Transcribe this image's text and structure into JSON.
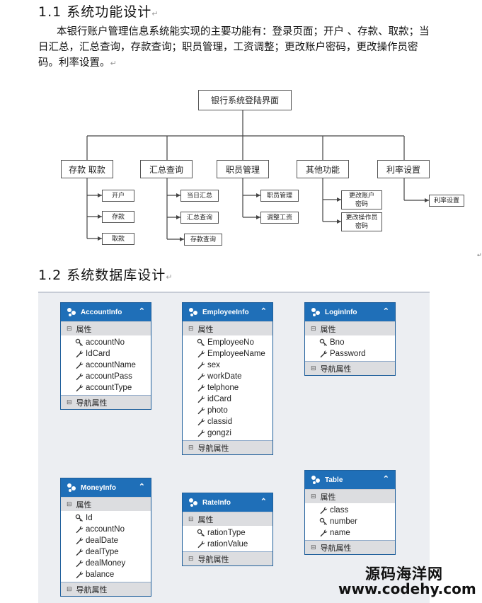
{
  "section1": {
    "heading": "1.1  系统功能设计",
    "mark": "↵"
  },
  "paragraph": {
    "text": "本银行账户管理信息系统能实现的主要功能有：登录页面；开户 、存款、取款；当日汇总，汇总查询，存款查询；职员管理，工资调整；更改账户密码，更改操作员密码。利率设置。",
    "mark": "↵"
  },
  "orgchart": {
    "root": "银行系统登陆界面",
    "branches": [
      {
        "label": "存款 取款",
        "children": [
          "开户",
          "存款",
          "取款"
        ]
      },
      {
        "label": "汇总查询",
        "children": [
          "当日汇总",
          "汇总查询",
          "存款查询"
        ]
      },
      {
        "label": "职员管理",
        "children": [
          "职员管理",
          "调整工资"
        ]
      },
      {
        "label": "其他功能",
        "children": [
          "更改账户密码",
          "更改操作员密码"
        ]
      },
      {
        "label": "利率设置",
        "children": [
          "利率设置"
        ]
      }
    ]
  },
  "section2": {
    "heading": "1.2  系统数据库设计",
    "mark": "↵"
  },
  "stray_mark": "↵",
  "db": {
    "section_label": "属性",
    "nav_label": "导航属性",
    "collapse_icon": "chevron-up-icon",
    "entities": [
      {
        "name": "AccountInfo",
        "props": [
          {
            "name": "accountNo",
            "key": true
          },
          {
            "name": "IdCard",
            "key": false
          },
          {
            "name": "accountName",
            "key": false
          },
          {
            "name": "accountPass",
            "key": false
          },
          {
            "name": "accountType",
            "key": false
          }
        ]
      },
      {
        "name": "EmployeeInfo",
        "props": [
          {
            "name": "EmployeeNo",
            "key": true
          },
          {
            "name": "EmployeeName",
            "key": false
          },
          {
            "name": "sex",
            "key": false
          },
          {
            "name": "workDate",
            "key": false
          },
          {
            "name": "telphone",
            "key": false
          },
          {
            "name": "idCard",
            "key": false
          },
          {
            "name": "photo",
            "key": false
          },
          {
            "name": "classid",
            "key": false
          },
          {
            "name": "gongzi",
            "key": false
          }
        ]
      },
      {
        "name": "LoginInfo",
        "props": [
          {
            "name": "Bno",
            "key": true
          },
          {
            "name": "Password",
            "key": false
          }
        ]
      },
      {
        "name": "MoneyInfo",
        "props": [
          {
            "name": "Id",
            "key": true
          },
          {
            "name": "accountNo",
            "key": false
          },
          {
            "name": "dealDate",
            "key": false
          },
          {
            "name": "dealType",
            "key": false
          },
          {
            "name": "dealMoney",
            "key": false
          },
          {
            "name": "balance",
            "key": false
          }
        ]
      },
      {
        "name": "RateInfo",
        "props": [
          {
            "name": "rationType",
            "key": true
          },
          {
            "name": "rationValue",
            "key": false
          }
        ]
      },
      {
        "name": "Table",
        "props": [
          {
            "name": "class",
            "key": false
          },
          {
            "name": "number",
            "key": true
          },
          {
            "name": "name",
            "key": false
          }
        ]
      }
    ]
  },
  "watermark": {
    "line1": "源码海洋网",
    "line2": "www.codehy.com"
  }
}
